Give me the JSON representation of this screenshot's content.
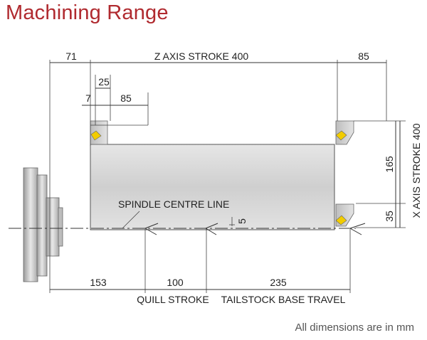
{
  "title": "Machining Range",
  "footnote": "All dimensions are in mm",
  "dimensions": {
    "left_top": "71",
    "z_axis_stroke": "Z AXIS STROKE 400",
    "right_top": "85",
    "inner_25": "25",
    "inner_7": "7",
    "inner_85": "85",
    "x_axis_stroke": "X AXIS STROKE 400",
    "v_165": "165",
    "v_35": "35",
    "v_5": "5",
    "spindle_centre_line": "SPINDLE CENTRE LINE",
    "bottom_153": "153",
    "bottom_100": "100",
    "bottom_235": "235",
    "quill_stroke": "QUILL STROKE",
    "tailstock_base_travel": "TAILSTOCK BASE TRAVEL"
  },
  "colors": {
    "title": "#b02a2f",
    "insert": "#f2cc00",
    "body_fill": "#d8d8d8"
  }
}
